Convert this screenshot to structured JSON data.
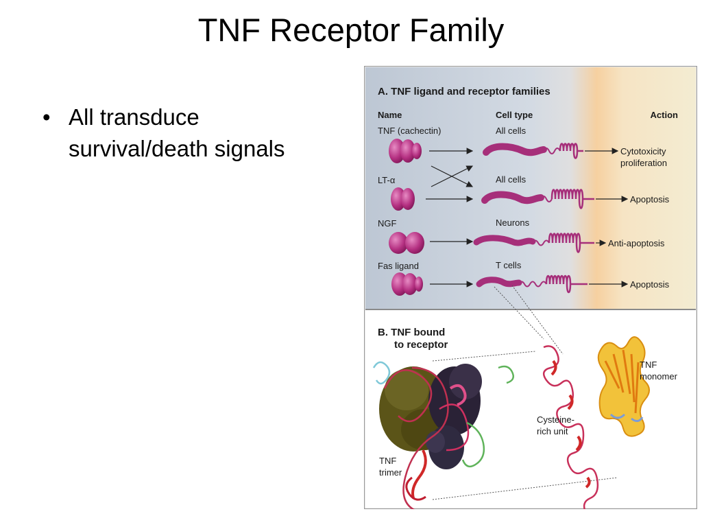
{
  "slide": {
    "title": "TNF Receptor Family",
    "bullets": [
      "All transduce survival/death signals"
    ]
  },
  "panel_a": {
    "heading": "A. TNF ligand and receptor families",
    "col_name": "Name",
    "col_cell_type": "Cell type",
    "col_action": "Action",
    "rows": [
      {
        "name": "TNF (cachectin)",
        "cell": "All cells",
        "action": [
          "Cytotoxicity",
          "proliferation"
        ]
      },
      {
        "name": "LT-α",
        "cell": "All cells",
        "action": [
          "Apoptosis"
        ]
      },
      {
        "name": "NGF",
        "cell": "Neurons",
        "action": [
          "Anti-apoptosis"
        ]
      },
      {
        "name": "Fas ligand",
        "cell": "T cells",
        "action": [
          "Apoptosis"
        ]
      }
    ]
  },
  "panel_b": {
    "heading_line1": "B. TNF bound",
    "heading_line2": "to receptor",
    "label_monomer": [
      "TNF",
      "monomer"
    ],
    "label_cysteine": [
      "Cysteine-",
      "rich unit"
    ],
    "label_trimer": [
      "TNF",
      "trimer"
    ]
  },
  "colors": {
    "ligand": "#b0307e",
    "receptor": "#a62f7a",
    "panel_a_bg": "#c9d2de",
    "membrane": "#f6d3a2",
    "panel_b_bg": "#ffffff"
  }
}
